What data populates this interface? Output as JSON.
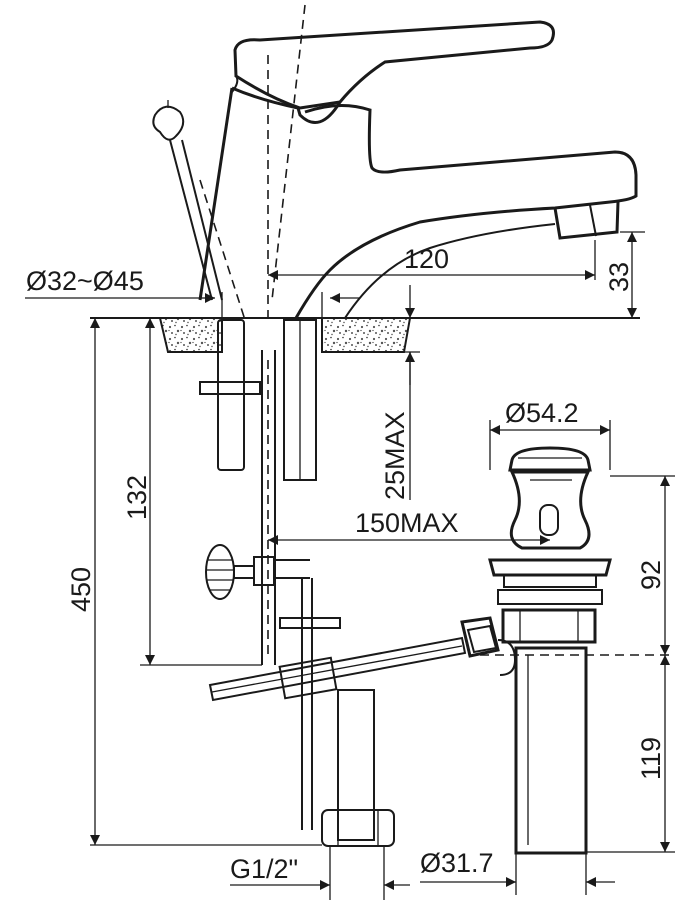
{
  "diagram": {
    "dimensions": {
      "base_diameter": "Ø32~Ø45",
      "spout_reach": "120",
      "spout_height": "33",
      "deck_thickness": "25MAX",
      "rod_length": "150MAX",
      "rod_height": "132",
      "total_height": "450",
      "pop_up_diameter": "Ø54.2",
      "pop_up_height": "92",
      "waste_length": "119",
      "inlet_thread": "G1/2\"",
      "waste_diameter": "Ø31.7"
    },
    "colors": {
      "ink": "#1a1a1a",
      "paper": "#ffffff",
      "granite": "#9a9a9a"
    }
  }
}
